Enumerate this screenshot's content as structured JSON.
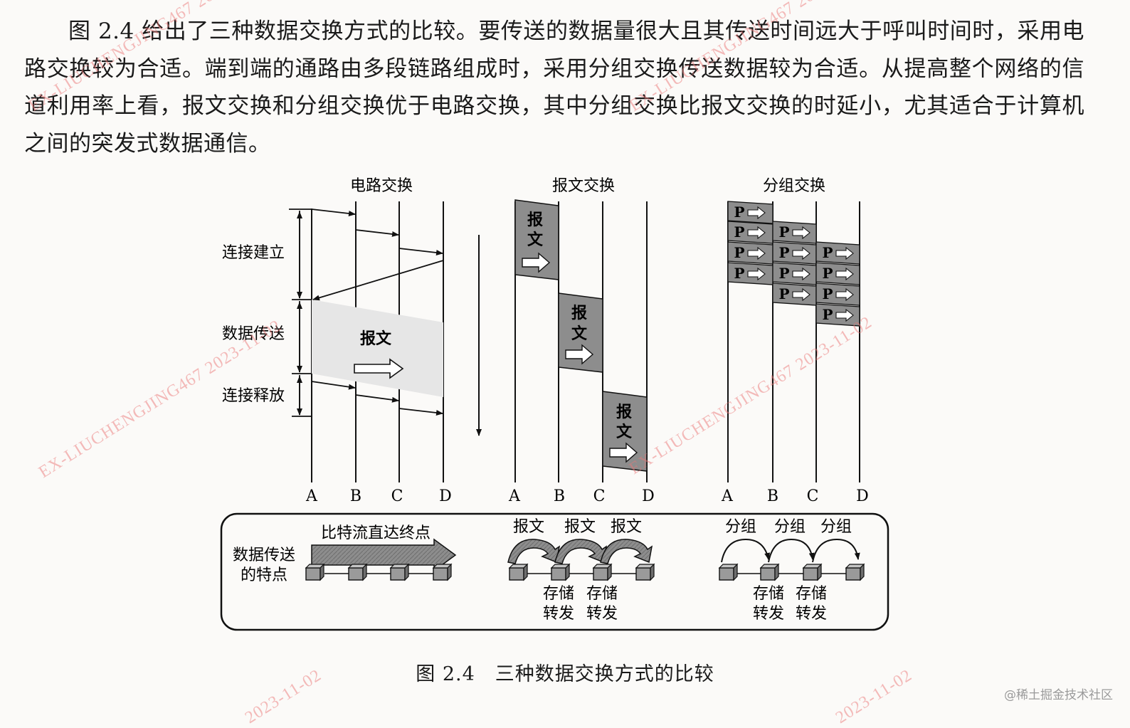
{
  "paragraph": "图 2.4 给出了三种数据交换方式的比较。要传送的数据量很大且其传送时间远大于呼叫时间时，采用电路交换较为合适。端到端的通路由多段链路组成时，采用分组交换传送数据较为合适。从提高整个网络的信道利用率上看，报文交换和分组交换优于电路交换，其中分组交换比报文交换的时延小，尤其适合于计算机之间的突发式数据通信。",
  "figure": {
    "panels": [
      {
        "title": "电路交换",
        "nodes": [
          "A",
          "B",
          "C",
          "D"
        ]
      },
      {
        "title": "报文交换",
        "nodes": [
          "A",
          "B",
          "C",
          "D"
        ]
      },
      {
        "title": "分组交换",
        "nodes": [
          "A",
          "B",
          "C",
          "D"
        ]
      }
    ],
    "phases": [
      "连接建立",
      "数据传送",
      "连接释放"
    ],
    "message_label": "报文",
    "message_char1": "报",
    "message_char2": "文",
    "packet_label": "P",
    "bottom_box": {
      "row_label_line1": "数据传送",
      "row_label_line2": "的特点",
      "circuit_label": "比特流直达终点",
      "message_labels": [
        "报文",
        "报文",
        "报文"
      ],
      "packet_labels": [
        "分组",
        "分组",
        "分组"
      ],
      "store_line1": "存储",
      "store_line2": "转发"
    }
  },
  "caption": {
    "number": "图 2.4",
    "title": "三种数据交换方式的比较"
  },
  "watermark": "EX-LIUCHENGJING467 2023-11-02",
  "watermark_date": "2023-11-02",
  "site_watermark": "@稀土掘金技术社区"
}
